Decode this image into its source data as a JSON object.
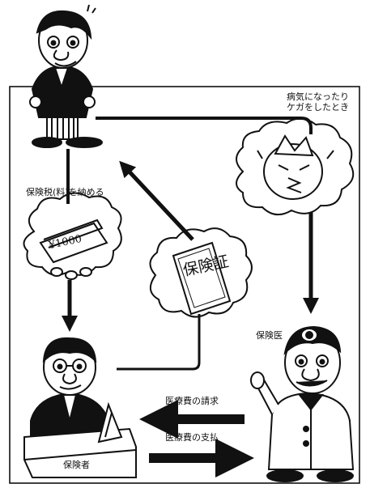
{
  "labels": {
    "sick_line1": "病気になったり",
    "sick_line2": "ケガをしたとき",
    "tax": "保険税(料)を納める",
    "doctor": "保険医",
    "claim": "医療費の請求",
    "payment": "医療費の支払",
    "insurer": "保険者",
    "money_note": "¥1000",
    "card_text": "保険証"
  },
  "colors": {
    "ink": "#111111",
    "paper": "#ffffff"
  }
}
